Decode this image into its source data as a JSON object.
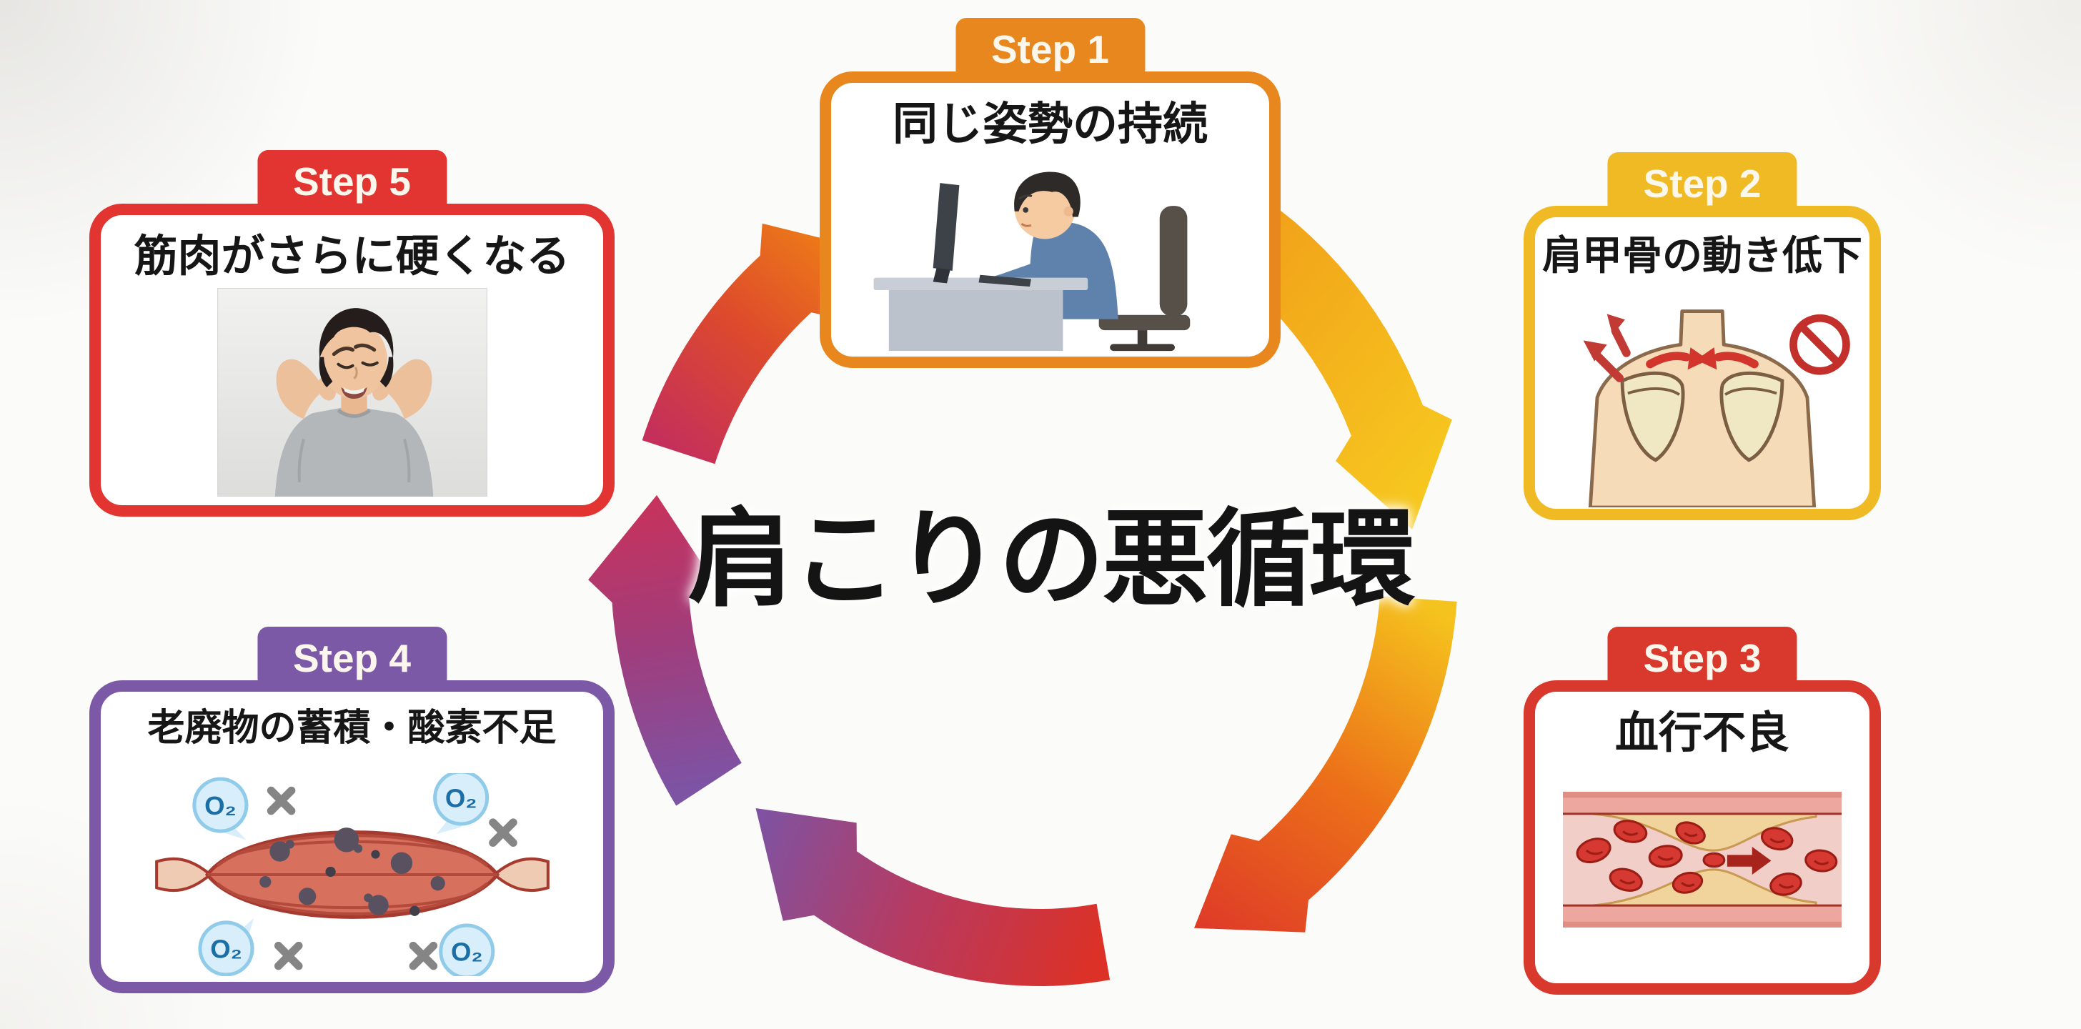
{
  "diagram": {
    "center_title": "肩こりの悪循環",
    "cycle_direction": "clockwise",
    "background_color": "#FBFBF9"
  },
  "steps": [
    {
      "badge": "Step 1",
      "title": "同じ姿勢の持続",
      "color": "#E8871D",
      "illustration": "person-working-at-desk"
    },
    {
      "badge": "Step 2",
      "title": "肩甲骨の動き低下",
      "color": "#EFBA24",
      "illustration": "shoulder-blades-restricted"
    },
    {
      "badge": "Step 3",
      "title": "血行不良",
      "color": "#D9382C",
      "illustration": "narrowed-blood-vessel"
    },
    {
      "badge": "Step 4",
      "title": "老廃物の蓄積・酸素不足",
      "color": "#7C59A6",
      "illustration": "muscle-waste-and-oxygen-shortage"
    },
    {
      "badge": "Step 5",
      "title": "筋肉がさらに硬くなる",
      "color": "#E23431",
      "illustration": "man-holding-stiff-neck-photo"
    },
    {
      "badge": "",
      "title": "",
      "color": "",
      "illustration": ""
    }
  ],
  "labels": {
    "o2": "O₂"
  },
  "arrow_colors": {
    "orange": "#EC7A14",
    "yellow": "#F7C91F",
    "red": "#DC3126",
    "purple": "#7D53A4",
    "crimson": "#C8325B"
  }
}
